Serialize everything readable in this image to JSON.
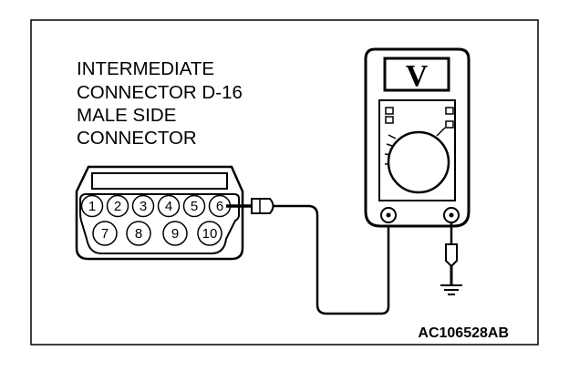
{
  "connector": {
    "label_lines": [
      "INTERMEDIATE",
      "CONNECTOR D-16",
      "MALE SIDE",
      "CONNECTOR"
    ],
    "pins_top": [
      "1",
      "2",
      "3",
      "4",
      "5",
      "6"
    ],
    "pins_bottom": [
      "7",
      "8",
      "9",
      "10"
    ]
  },
  "meter": {
    "display": "V"
  },
  "figure_id": "AC106528AB"
}
